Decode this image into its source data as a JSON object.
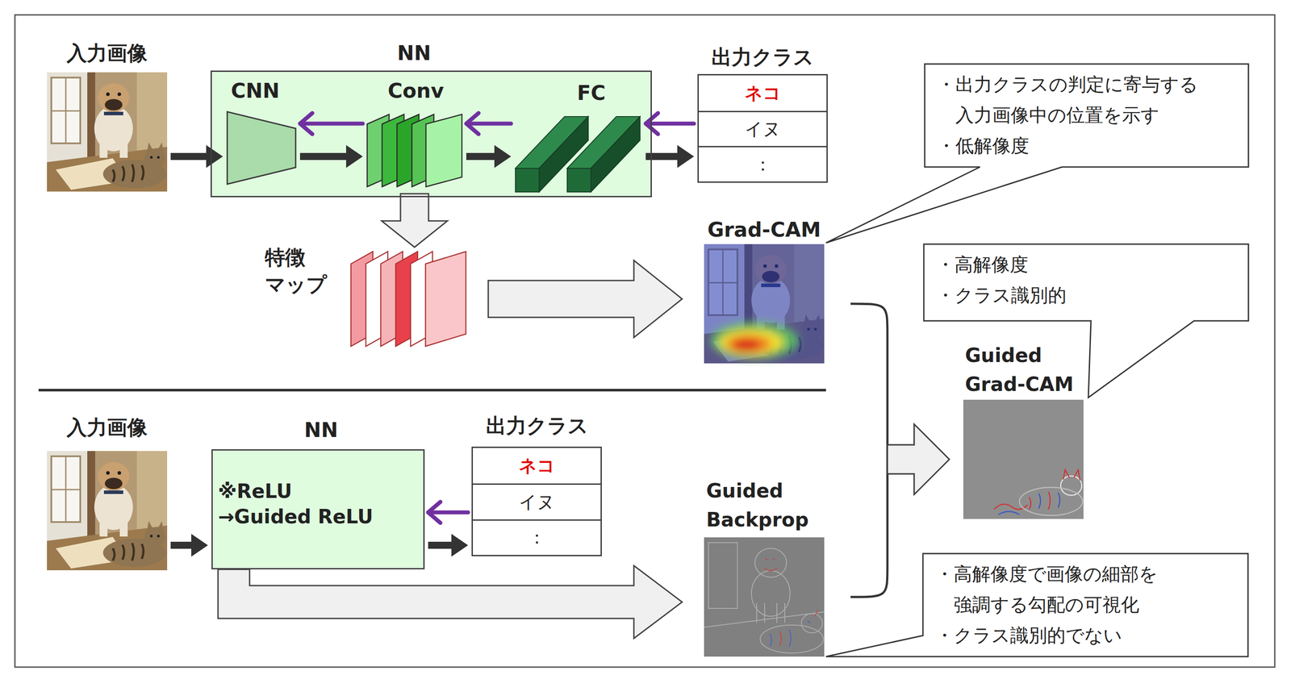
{
  "diagram": {
    "nodes": [
      {
        "text": [
          "入力画像"
        ]
      },
      {
        "text": [
          "NN"
        ]
      },
      {
        "text": [
          "CNN"
        ],
        "in": 1
      },
      {
        "text": [
          "Conv"
        ],
        "in": 1
      },
      {
        "text": [
          "FC"
        ],
        "in": 1
      },
      {
        "text": [
          "出力クラス"
        ]
      },
      {
        "text": [
          "ネコ"
        ],
        "in": 5
      },
      {
        "text": [
          "イヌ"
        ],
        "in": 5
      },
      {
        "text": [
          "："
        ],
        "in": 5
      },
      {
        "text": [
          "・出力クラスの判定に寄与する 入力画像中の位置を示す",
          "・低解像度"
        ]
      },
      {
        "text": [
          "特徴 マップ"
        ]
      },
      {
        "text": [
          "Grad-CAM"
        ]
      },
      {
        "text": [
          "・高解像度",
          "・クラス識別的"
        ]
      },
      {
        "text": [
          "Guided Grad-CAM"
        ]
      },
      {
        "text": [
          "入力画像"
        ]
      },
      {
        "text": [
          "NN",
          "※ReLU →Guided ReLU"
        ]
      },
      {
        "text": [
          "出力クラス"
        ]
      },
      {
        "text": [
          "ネコ"
        ],
        "in": 16
      },
      {
        "text": [
          "イヌ"
        ],
        "in": 16
      },
      {
        "text": [
          "："
        ],
        "in": 16
      },
      {
        "text": [
          "Guided Backprop"
        ]
      },
      {
        "text": [
          "・高解像度で画像の細部を 強調する勾配の可視化",
          "・クラス識別的でない"
        ]
      }
    ],
    "edges": [
      {
        "from": 0,
        "to": 2,
        "arrow": "to"
      },
      {
        "from": 2,
        "to": 3,
        "arrow": "to"
      },
      {
        "from": 3,
        "to": 4,
        "arrow": "to"
      },
      {
        "from": 4,
        "to": 5,
        "arrow": "to"
      },
      {
        "from": 5,
        "to": 4,
        "arrow": "to"
      },
      {
        "from": 4,
        "to": 3,
        "arrow": "to"
      },
      {
        "from": 3,
        "to": 2,
        "arrow": "to"
      },
      {
        "from": 3,
        "to": 10,
        "arrow": "to"
      },
      {
        "from": 10,
        "to": 11,
        "arrow": "to"
      },
      {
        "from": 11,
        "to": 13,
        "arrow": "to"
      },
      {
        "from": 20,
        "to": 13,
        "arrow": "to"
      },
      {
        "from": 14,
        "to": 15,
        "arrow": "to"
      },
      {
        "from": 15,
        "to": 16,
        "arrow": "to"
      },
      {
        "from": 16,
        "to": 15,
        "arrow": "to"
      },
      {
        "from": 15,
        "to": 20,
        "arrow": "to"
      }
    ]
  }
}
